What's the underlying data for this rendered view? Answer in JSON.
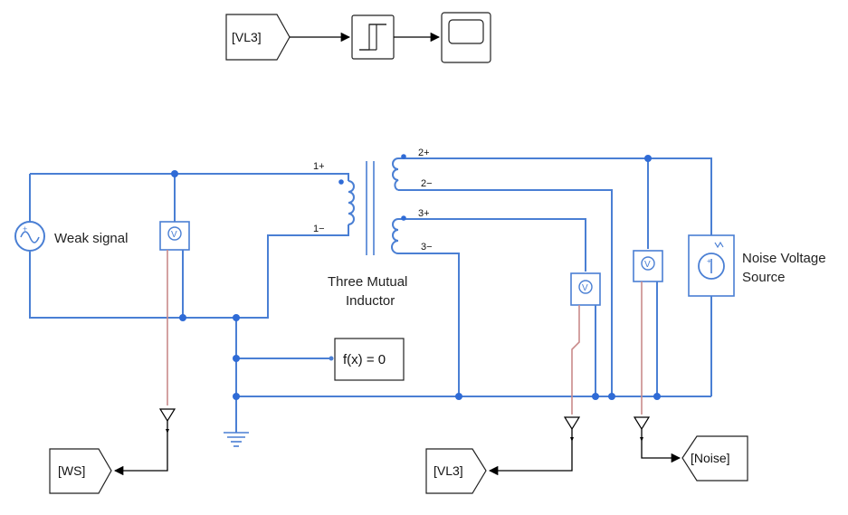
{
  "goto_top": "[VL3]",
  "function_block": "f(x) = 0",
  "weak_signal_label": "Weak  signal",
  "inductor_label_line1": "Three Mutual",
  "inductor_label_line2": "Inductor",
  "noise_label_line1": "Noise Voltage",
  "noise_label_line2": "Source",
  "goto_ws": "[WS]",
  "goto_vl3": "[VL3]",
  "goto_noise": "[Noise]",
  "ports": {
    "p1_plus": "1+",
    "p1_minus": "1−",
    "p2_plus": "2+",
    "p2_minus": "2−",
    "p3_plus": "3+",
    "p3_minus": "3−"
  },
  "meter_symbol": "V",
  "colors": {
    "wire": "#4a7fd4",
    "junction": "#2f6bd6",
    "signal_wire": "#000000",
    "measure_wire": "#c98a8a"
  }
}
